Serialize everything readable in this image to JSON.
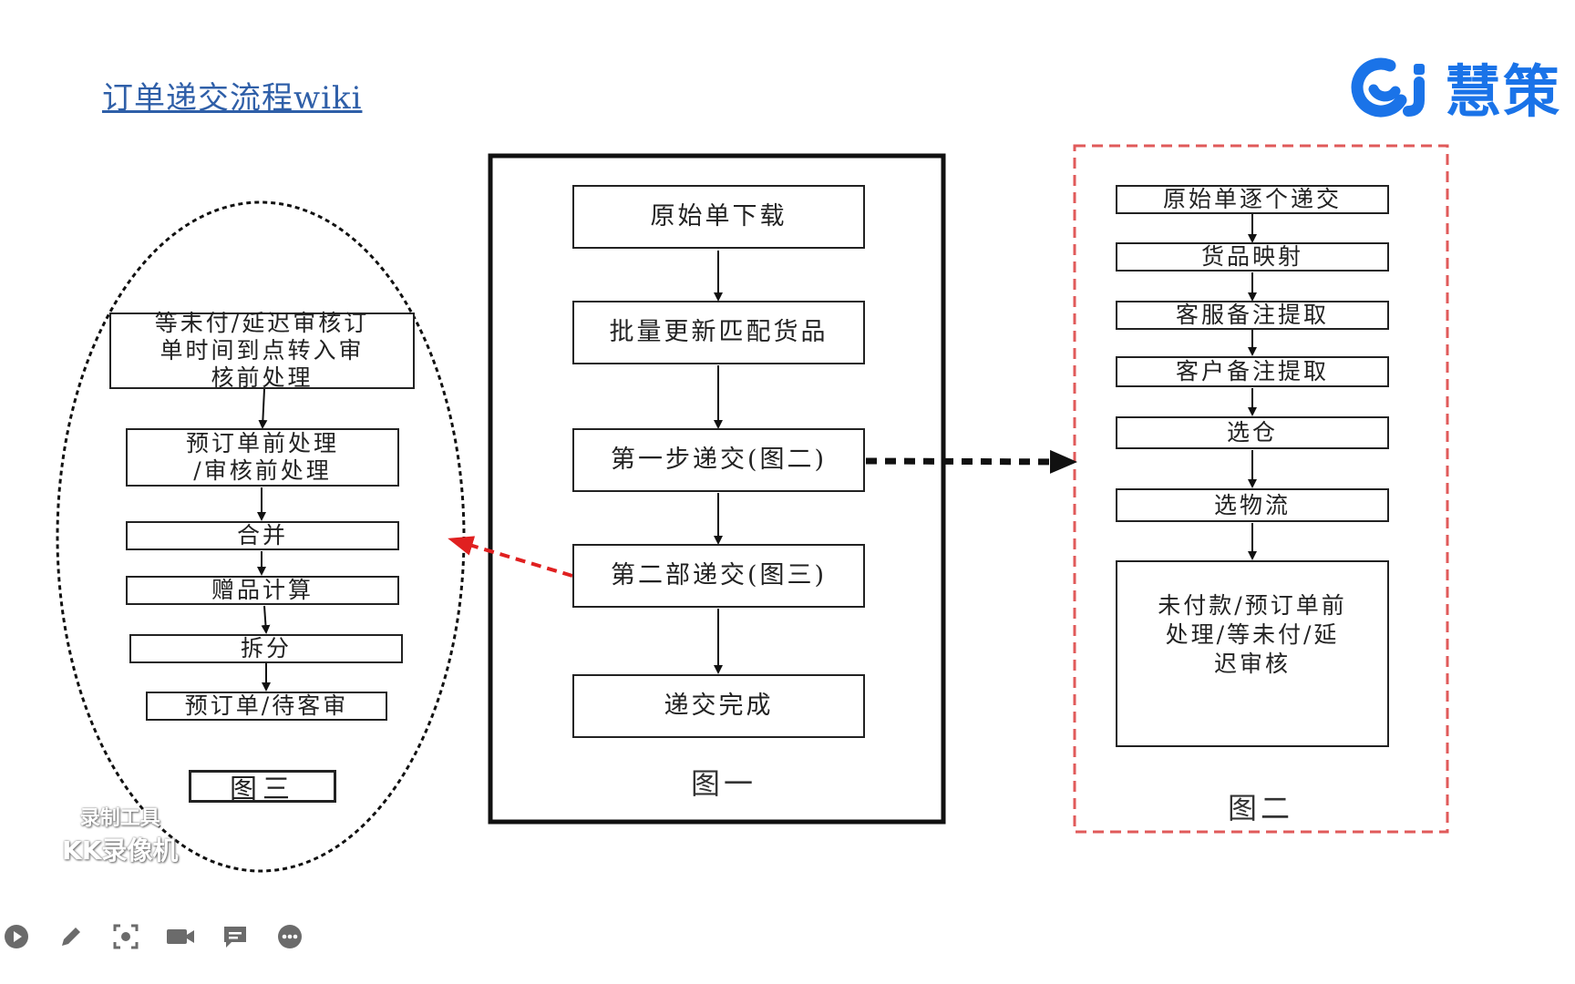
{
  "header": {
    "title_link": "订单递交流程wiki"
  },
  "logo": {
    "text": "慧策",
    "color": "#1a73e8"
  },
  "figure1": {
    "steps": [
      "原始单下载",
      "批量更新匹配货品",
      "第一步递交(图二)",
      "第二部递交(图三)",
      "递交完成"
    ],
    "label": "图一"
  },
  "figure2": {
    "steps": [
      "原始单逐个递交",
      "货品映射",
      "客服备注提取",
      "客户备注提取",
      "选仓",
      "选物流"
    ],
    "final": [
      "未付款/预订单前",
      "处理/等未付/延",
      "迟审核"
    ],
    "label": "图二",
    "border_color": "#e05a5a"
  },
  "figure3": {
    "first": [
      "等未付/延迟审核订",
      "单时间到点转入审",
      "核前处理"
    ],
    "second": [
      "预订单前处理",
      "/审核前处理"
    ],
    "steps": [
      "合并",
      "赠品计算",
      "拆分",
      "预订单/待客审"
    ],
    "label": "图三"
  },
  "watermark": {
    "line1": "录制工具",
    "line2": "KK录像机"
  },
  "toolbar": {
    "icons": [
      "play-icon",
      "pen-icon",
      "screenshot-icon",
      "camera-icon",
      "comment-icon",
      "more-icon"
    ]
  },
  "colors": {
    "red_arrow": "#e02020",
    "black": "#111111",
    "link": "#2f5fa8"
  }
}
